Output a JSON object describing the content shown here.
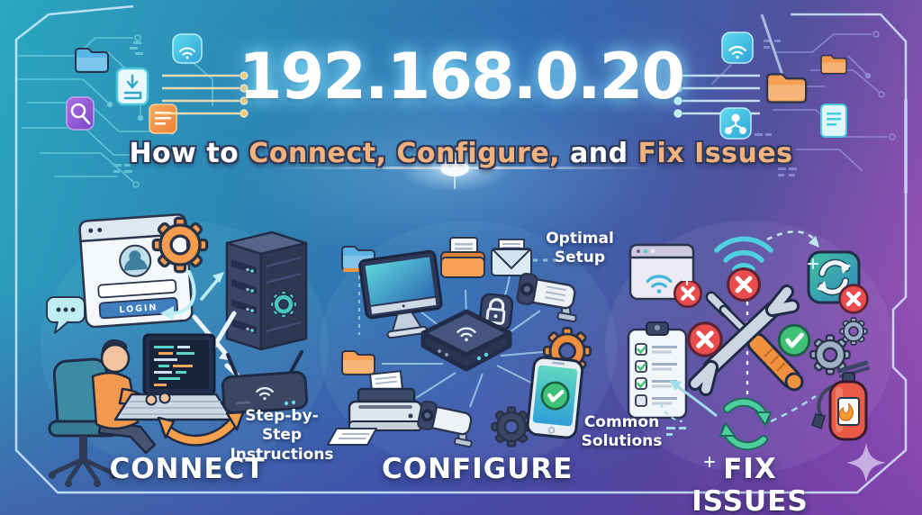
{
  "header": {
    "title": "192.168.0.20",
    "subtitle_part_howto": "How to ",
    "subtitle_part_actions": "Connect, Configure,",
    "subtitle_part_and": " and ",
    "subtitle_part_fix": "Fix Issues"
  },
  "sections": {
    "connect": {
      "label": "CONNECT",
      "annotation_line1": "Step-by-Step",
      "annotation_line2": "Instructions",
      "login_button_label": "LOGIN",
      "icons": [
        "login-window",
        "gear",
        "speech-bubble",
        "server",
        "transfer-arrows",
        "person-at-laptop",
        "office-chair",
        "laptop-code",
        "wifi-router",
        "curved-double-arrow"
      ]
    },
    "configure": {
      "label": "CONFIGURE",
      "annotation_line1": "Optimal",
      "annotation_line2": "Setup",
      "icons": [
        "folder-blue",
        "imac-monitor",
        "folder-with-document",
        "envelope-mail",
        "padlock",
        "cctv-camera-top",
        "gear-orange",
        "network-hub-wifi",
        "folder-orange",
        "printer",
        "cctv-camera-bottom",
        "gear-dark",
        "smartphone-check"
      ]
    },
    "fix_issues": {
      "label": "FIX ISSUES",
      "annotation_line1": "Common",
      "annotation_line2": "Solutions",
      "icons": [
        "browser-wifi-error",
        "wifi-error",
        "sync-error",
        "wrench",
        "screwdriver",
        "error-badge",
        "success-badge",
        "gears",
        "checklist-clipboard",
        "recycle-arrows",
        "fire-extinguisher",
        "sparkle"
      ]
    }
  },
  "decor": {
    "top_left_icons": [
      "folder-blue",
      "wifi-square",
      "document-download",
      "search-purple",
      "document-orange"
    ],
    "top_right_icons": [
      "wifi-square",
      "folder-orange-small",
      "folder-orange-large",
      "network-square",
      "document-teal"
    ]
  },
  "colors": {
    "background_top_left": "#2aa7c0",
    "background_center": "#2f7fb0",
    "background_bottom_right": "#a156b8",
    "accent_orange": "#f5a04c",
    "subtitle_peach": "#f2b27e",
    "accent_teal": "#5fd8e8",
    "error_red": "#e84c4c",
    "success_green": "#3fc178",
    "frame_light_blue": "#cdeaff"
  }
}
